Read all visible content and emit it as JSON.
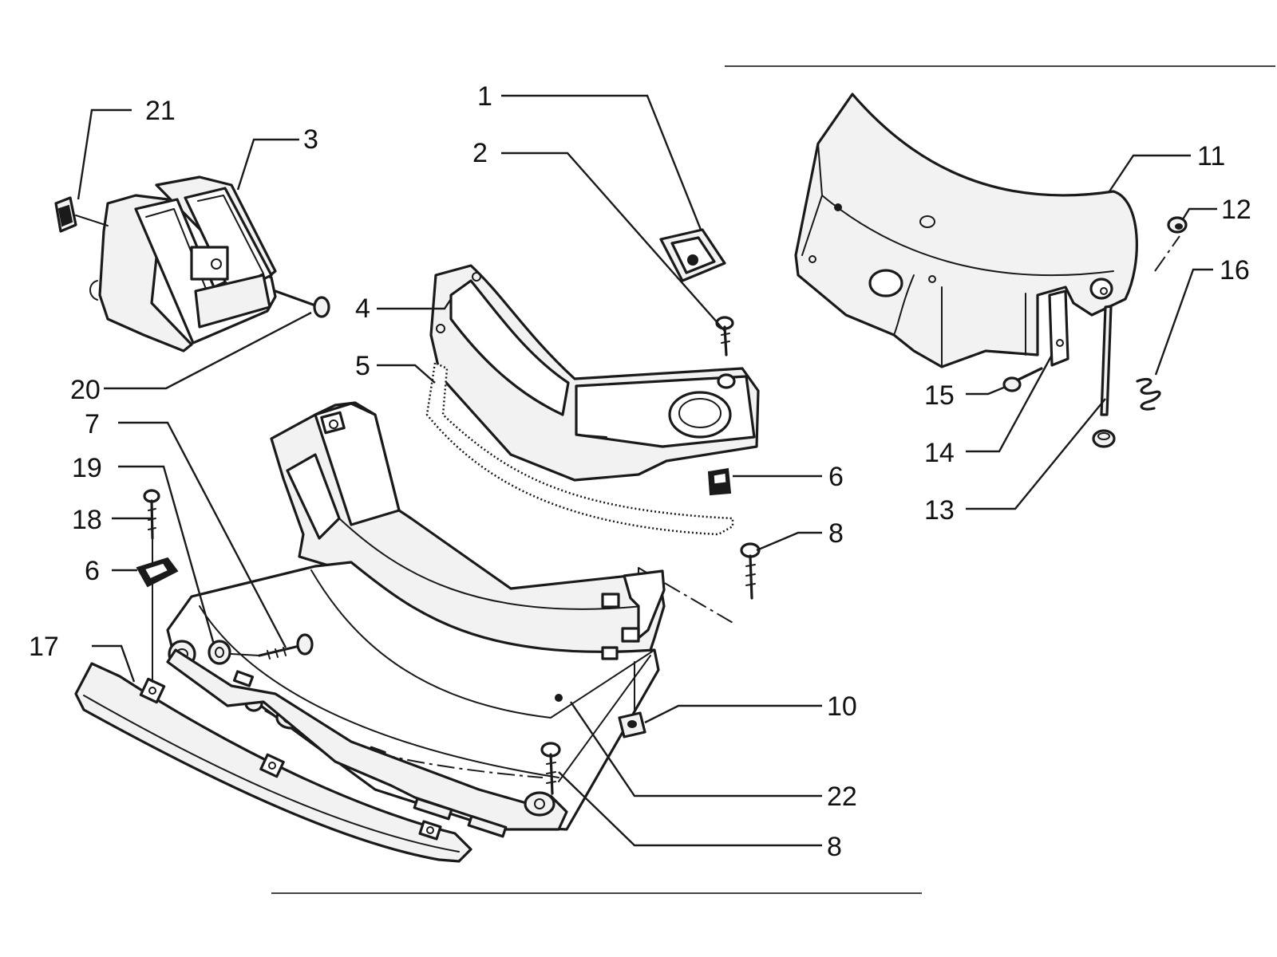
{
  "diagram": {
    "callouts": [
      {
        "id": "c1",
        "label": "1"
      },
      {
        "id": "c2",
        "label": "2"
      },
      {
        "id": "c3",
        "label": "3"
      },
      {
        "id": "c4",
        "label": "4"
      },
      {
        "id": "c5",
        "label": "5"
      },
      {
        "id": "c6a",
        "label": "6"
      },
      {
        "id": "c6b",
        "label": "6"
      },
      {
        "id": "c7",
        "label": "7"
      },
      {
        "id": "c8a",
        "label": "8"
      },
      {
        "id": "c8b",
        "label": "8"
      },
      {
        "id": "c10",
        "label": "10"
      },
      {
        "id": "c11",
        "label": "11"
      },
      {
        "id": "c12",
        "label": "12"
      },
      {
        "id": "c13",
        "label": "13"
      },
      {
        "id": "c14",
        "label": "14"
      },
      {
        "id": "c15",
        "label": "15"
      },
      {
        "id": "c16",
        "label": "16"
      },
      {
        "id": "c17",
        "label": "17"
      },
      {
        "id": "c18",
        "label": "18"
      },
      {
        "id": "c19",
        "label": "19"
      },
      {
        "id": "c20",
        "label": "20"
      },
      {
        "id": "c21",
        "label": "21"
      },
      {
        "id": "c22",
        "label": "22"
      }
    ]
  }
}
